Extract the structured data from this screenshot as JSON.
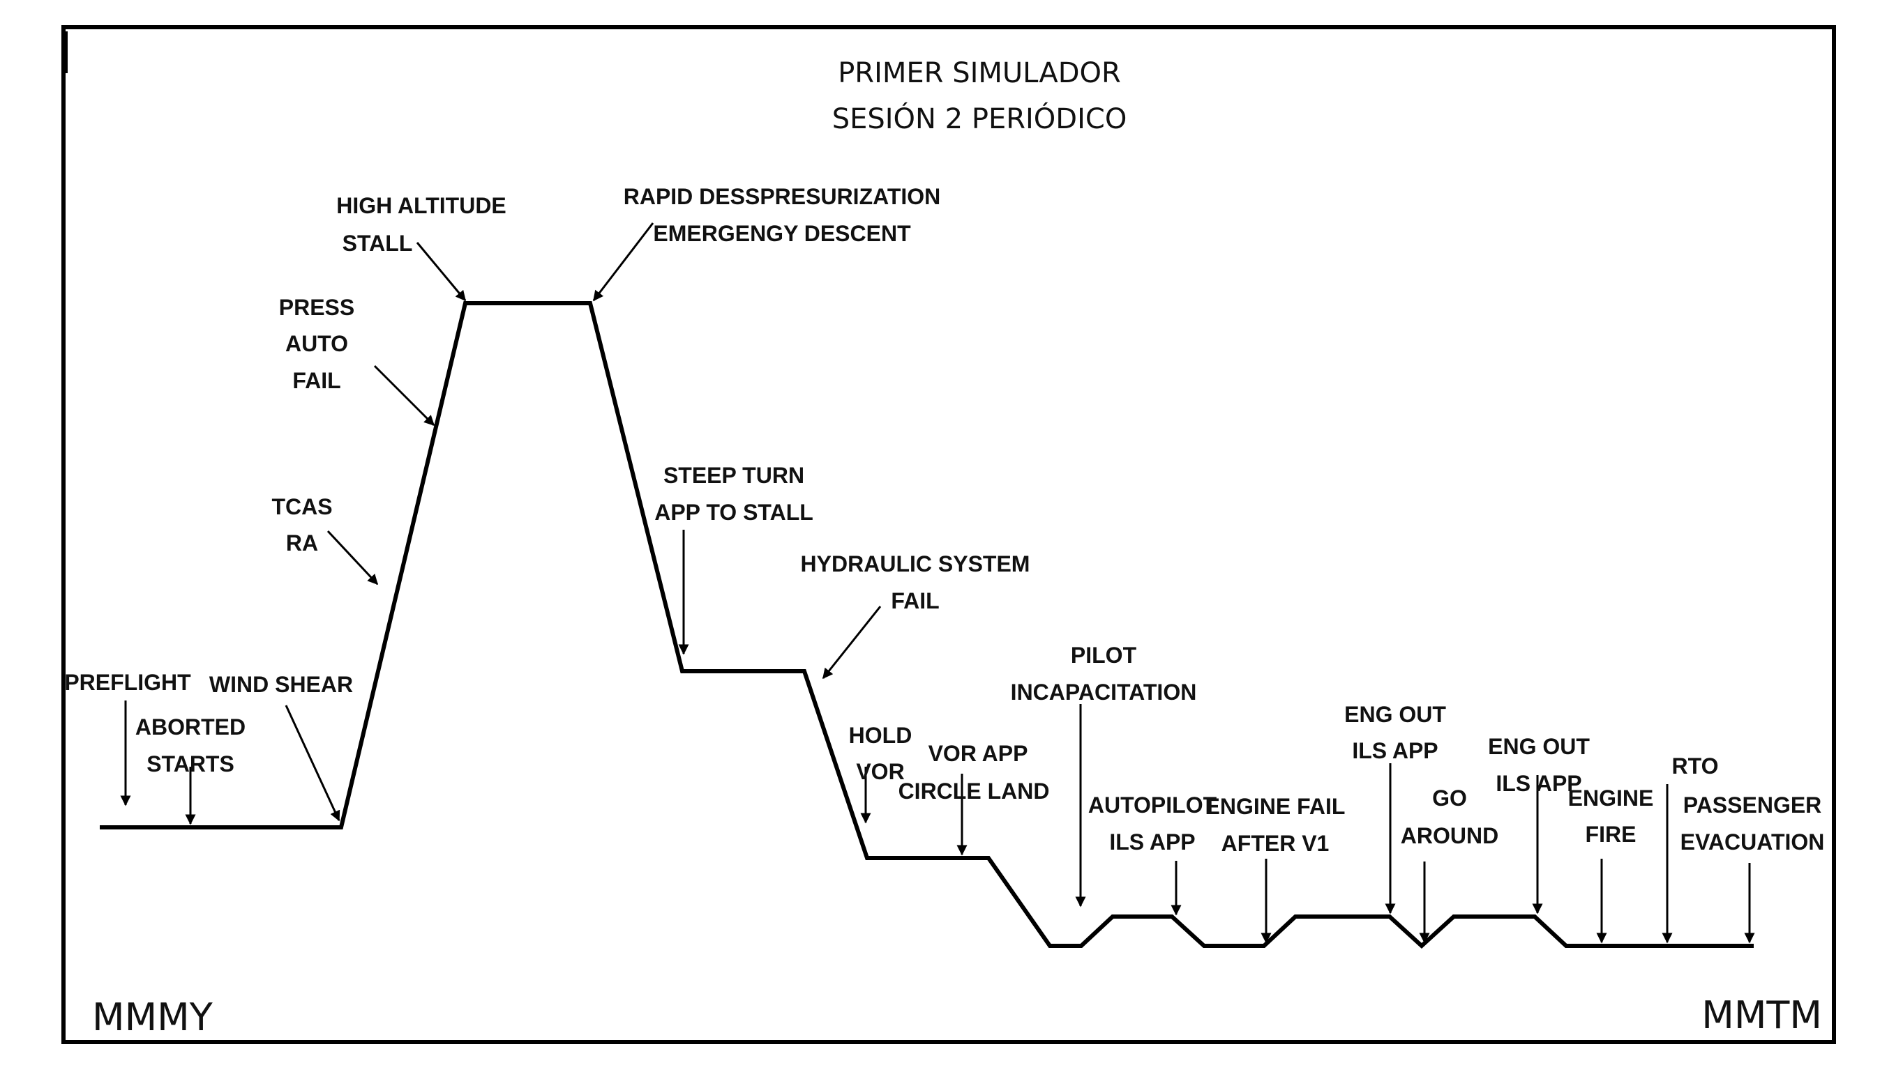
{
  "title": {
    "line1": "PRIMER SIMULADOR",
    "line2": "SESIÓN 2 PERIÓDICO"
  },
  "corners": {
    "left": "MMMY",
    "right": "MMTM"
  },
  "labels": {
    "preflight": "PREFLIGHT",
    "aborted_1": "ABORTED",
    "aborted_2": "STARTS",
    "wind_shear": "WIND SHEAR",
    "tcas_1": "TCAS",
    "tcas_2": "RA",
    "press_1": "PRESS",
    "press_2": "AUTO",
    "press_3": "FAIL",
    "high_alt_1": "HIGH ALTITUDE",
    "high_alt_2": "STALL",
    "rapid_1": "RAPID DESSPRESURIZATION",
    "rapid_2": "EMERGENGY DESCENT",
    "steep_1": "STEEP TURN",
    "steep_2": "APP TO STALL",
    "hyd_1": "HYDRAULIC SYSTEM",
    "hyd_2": "FAIL",
    "hold_1": "HOLD",
    "hold_2": "VOR",
    "vor_1": "VOR APP",
    "vor_2": "CIRCLE LAND",
    "pilot_1": "PILOT",
    "pilot_2": "INCAPACITATION",
    "autopilot_1": "AUTOPILOT",
    "autopilot_2": "ILS APP",
    "engfail_1": "ENGINE FAIL",
    "engfail_2": "AFTER V1",
    "engout1_1": "ENG OUT",
    "engout1_2": "ILS APP",
    "go_1": "GO",
    "go_2": "AROUND",
    "engout2_1": "ENG OUT",
    "engout2_2": "ILS APP",
    "fire_1": "ENGINE",
    "fire_2": "FIRE",
    "rto": "RTO",
    "evac_1": "PASSENGER",
    "evac_2": "EVACUATION"
  }
}
